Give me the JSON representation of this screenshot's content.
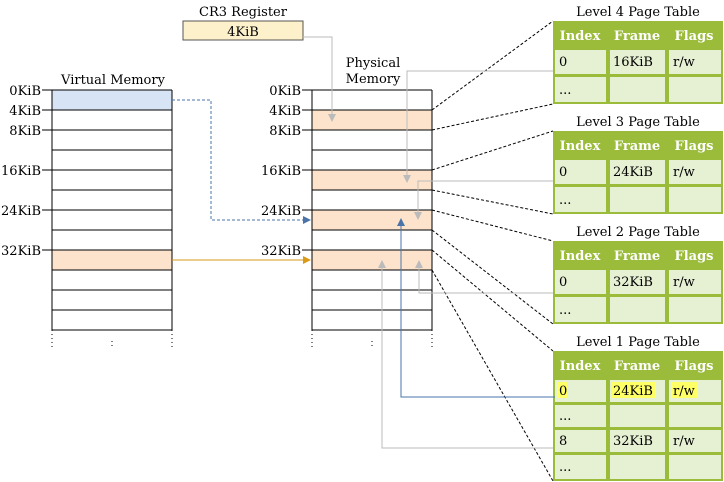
{
  "cr3": {
    "title": "CR3 Register",
    "value": "4KiB"
  },
  "virtual": {
    "title": "Virtual Memory",
    "labels": [
      "0KiB",
      "4KiB",
      "8KiB",
      "16KiB",
      "24KiB",
      "32KiB"
    ]
  },
  "physical": {
    "title_line1": "Physical",
    "title_line2": "Memory",
    "labels": [
      "0KiB",
      "4KiB",
      "8KiB",
      "16KiB",
      "24KiB",
      "32KiB"
    ]
  },
  "tables": [
    {
      "title": "Level 4 Page Table",
      "headers": [
        "Index",
        "Frame",
        "Flags"
      ],
      "rows": [
        {
          "index": "0",
          "frame": "16KiB",
          "flags": "r/w"
        },
        {
          "index": "...",
          "frame": "",
          "flags": ""
        }
      ]
    },
    {
      "title": "Level 3 Page Table",
      "headers": [
        "Index",
        "Frame",
        "Flags"
      ],
      "rows": [
        {
          "index": "0",
          "frame": "24KiB",
          "flags": "r/w"
        },
        {
          "index": "...",
          "frame": "",
          "flags": ""
        }
      ]
    },
    {
      "title": "Level 2 Page Table",
      "headers": [
        "Index",
        "Frame",
        "Flags"
      ],
      "rows": [
        {
          "index": "0",
          "frame": "32KiB",
          "flags": "r/w"
        },
        {
          "index": "...",
          "frame": "",
          "flags": ""
        }
      ]
    },
    {
      "title": "Level 1 Page Table",
      "headers": [
        "Index",
        "Frame",
        "Flags"
      ],
      "rows": [
        {
          "index": "0",
          "frame": "24KiB",
          "flags": "r/w",
          "highlight": true
        },
        {
          "index": "...",
          "frame": "",
          "flags": ""
        },
        {
          "index": "8",
          "frame": "32KiB",
          "flags": "r/w"
        },
        {
          "index": "...",
          "frame": "",
          "flags": ""
        }
      ]
    }
  ],
  "colors": {
    "header_green": "#9bbb3b",
    "row_green": "#e6f0d2",
    "orange_fill": "#fde3cc",
    "blue_fill": "#d6e4f6",
    "cr3_fill": "#fdf1cc",
    "highlight_yellow": "#ffff66",
    "arrow_blue": "#4a74a8",
    "arrow_orange": "#d99a1a",
    "arrow_gray": "#bbbbbb"
  }
}
